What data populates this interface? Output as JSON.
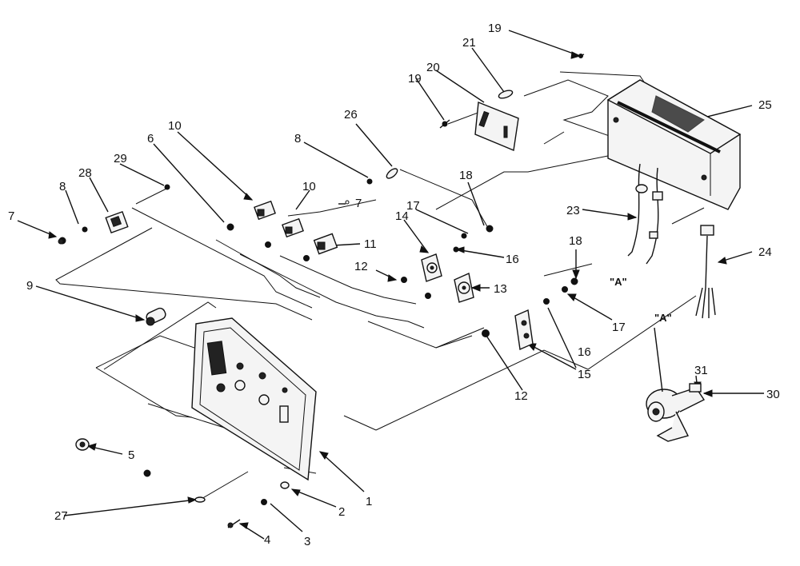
{
  "callouts": [
    {
      "text": "1"
    },
    {
      "text": "2"
    },
    {
      "text": "3"
    },
    {
      "text": "4"
    },
    {
      "text": "5"
    },
    {
      "text": "6"
    },
    {
      "text": "7"
    },
    {
      "text": "7"
    },
    {
      "text": "8"
    },
    {
      "text": "8"
    },
    {
      "text": "9"
    },
    {
      "text": "10"
    },
    {
      "text": "10"
    },
    {
      "text": "11"
    },
    {
      "text": "12"
    },
    {
      "text": "12"
    },
    {
      "text": "13"
    },
    {
      "text": "14"
    },
    {
      "text": "15"
    },
    {
      "text": "16"
    },
    {
      "text": "16"
    },
    {
      "text": "17"
    },
    {
      "text": "17"
    },
    {
      "text": "18"
    },
    {
      "text": "18"
    },
    {
      "text": "19"
    },
    {
      "text": "19"
    },
    {
      "text": "20"
    },
    {
      "text": "21"
    },
    {
      "text": "23"
    },
    {
      "text": "24"
    },
    {
      "text": "25"
    },
    {
      "text": "26"
    },
    {
      "text": "27"
    },
    {
      "text": "28"
    },
    {
      "text": "29"
    },
    {
      "text": "30"
    },
    {
      "text": "31"
    }
  ],
  "connector_labels": [
    {
      "text": "\"A\""
    },
    {
      "text": "\"A\""
    }
  ]
}
